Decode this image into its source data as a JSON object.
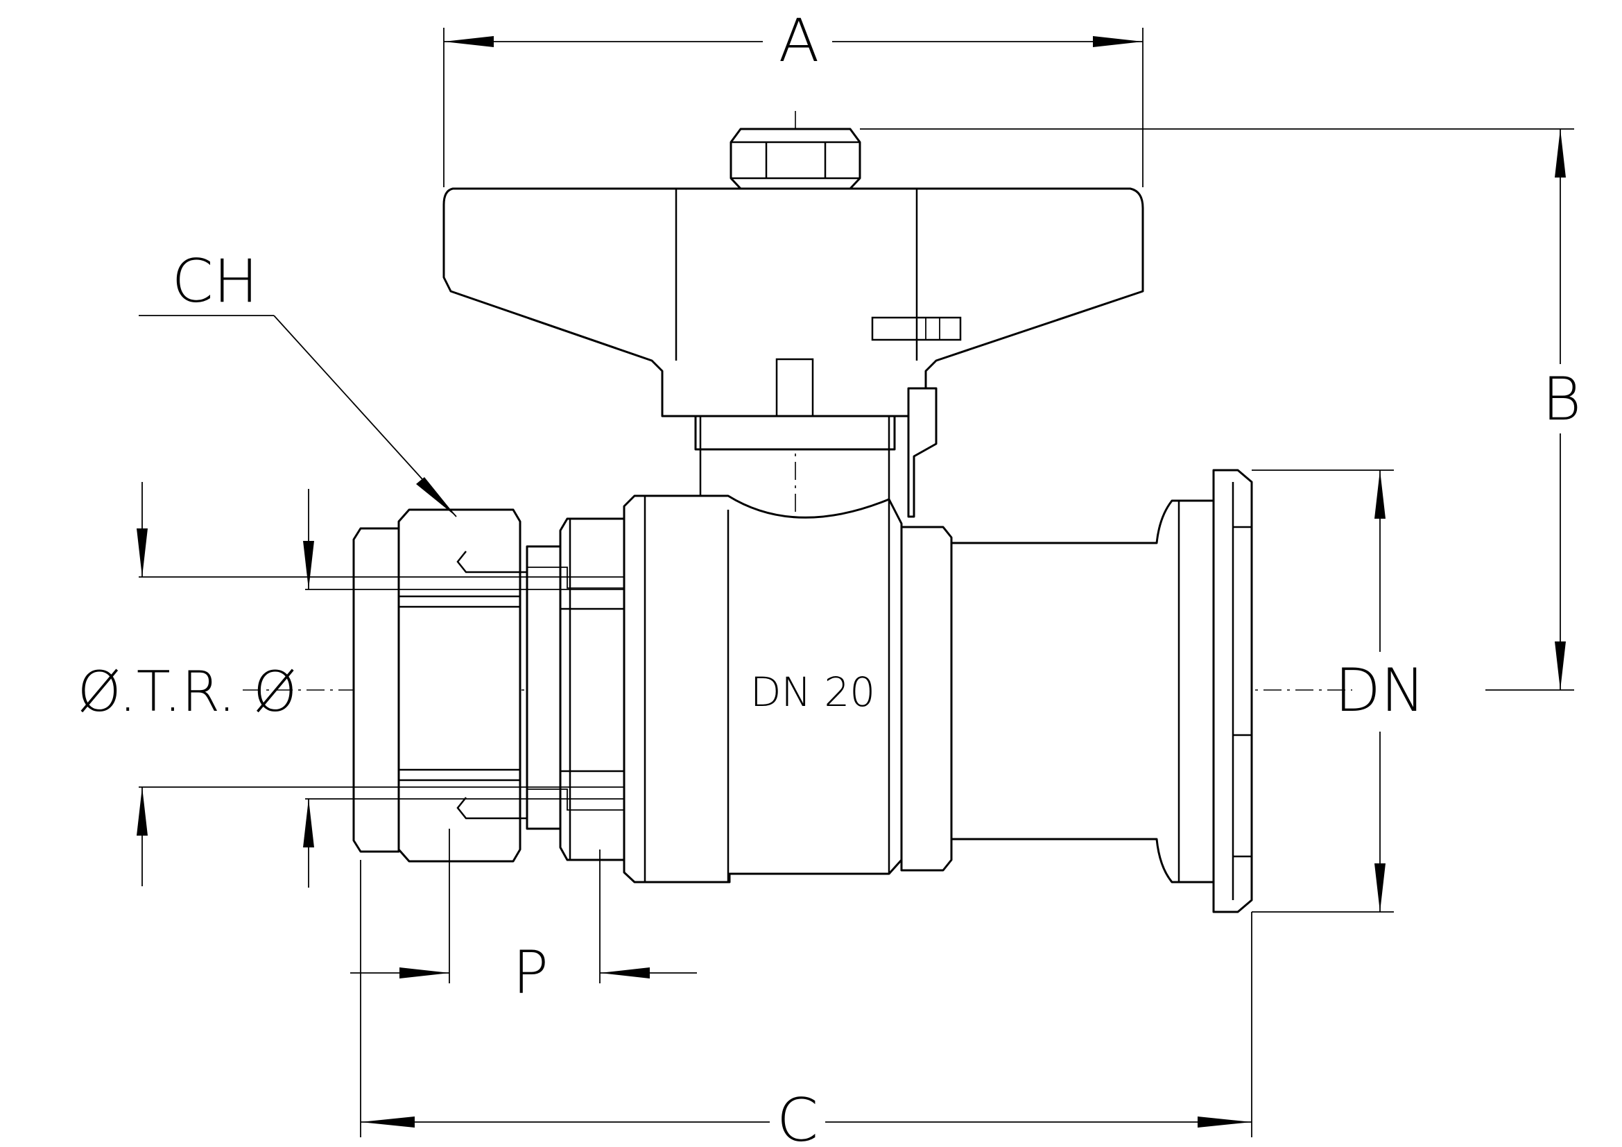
{
  "labels": {
    "a": "A",
    "b": "B",
    "c": "C",
    "p": "P",
    "ch": "CH",
    "dn": "DN",
    "otr": "Ø.T.R. Ø",
    "stamp": "DN 20"
  }
}
